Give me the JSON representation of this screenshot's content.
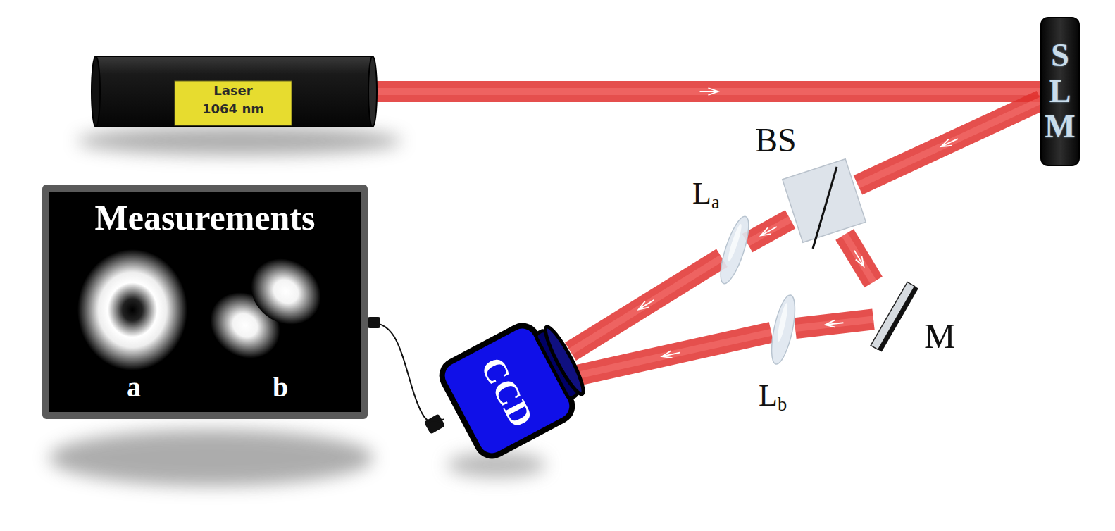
{
  "diagram": {
    "nodes": [
      {
        "text": [
          "Laser",
          "1064 nm"
        ]
      },
      {
        "text": [
          "SLM"
        ]
      },
      {
        "text": [
          "BS"
        ]
      },
      {
        "text": [
          "La"
        ]
      },
      {
        "text": [
          "Measurements",
          "a",
          "b"
        ]
      },
      {
        "text": [
          "M"
        ]
      },
      {
        "text": [
          "CCD"
        ]
      },
      {
        "text": [
          "Lb"
        ]
      }
    ],
    "edges": [
      {
        "from": 0,
        "to": 1,
        "arrow": "to"
      },
      {
        "from": 1,
        "to": 2,
        "arrow": "to"
      },
      {
        "from": 2,
        "to": 3,
        "arrow": "to"
      },
      {
        "from": 3,
        "to": 6,
        "arrow": "to"
      },
      {
        "from": 2,
        "to": 5,
        "arrow": "to"
      },
      {
        "from": 5,
        "to": 7,
        "arrow": "to"
      },
      {
        "from": 7,
        "to": 6,
        "arrow": "to"
      },
      {
        "from": 4,
        "to": 6,
        "arrow": "none"
      }
    ]
  }
}
